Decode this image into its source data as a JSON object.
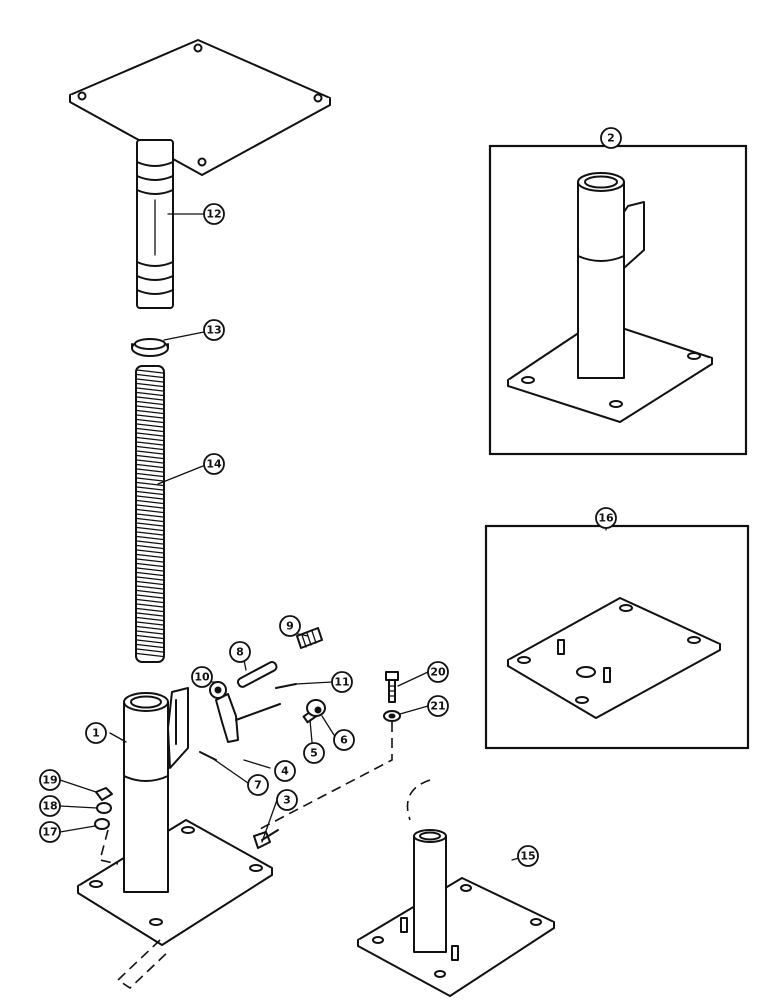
{
  "callouts": [
    {
      "id": "c1",
      "label": "1"
    },
    {
      "id": "c2",
      "label": "2"
    },
    {
      "id": "c3",
      "label": "3"
    },
    {
      "id": "c4",
      "label": "4"
    },
    {
      "id": "c5",
      "label": "5"
    },
    {
      "id": "c6",
      "label": "6"
    },
    {
      "id": "c7",
      "label": "7"
    },
    {
      "id": "c8",
      "label": "8"
    },
    {
      "id": "c9",
      "label": "9"
    },
    {
      "id": "c10",
      "label": "10"
    },
    {
      "id": "c11",
      "label": "11"
    },
    {
      "id": "c12",
      "label": "12"
    },
    {
      "id": "c13",
      "label": "13"
    },
    {
      "id": "c14",
      "label": "14"
    },
    {
      "id": "c15",
      "label": "15"
    },
    {
      "id": "c16",
      "label": "16"
    },
    {
      "id": "c17",
      "label": "17"
    },
    {
      "id": "c18",
      "label": "18"
    },
    {
      "id": "c19",
      "label": "19"
    },
    {
      "id": "c20",
      "label": "20"
    },
    {
      "id": "c21",
      "label": "21"
    }
  ]
}
